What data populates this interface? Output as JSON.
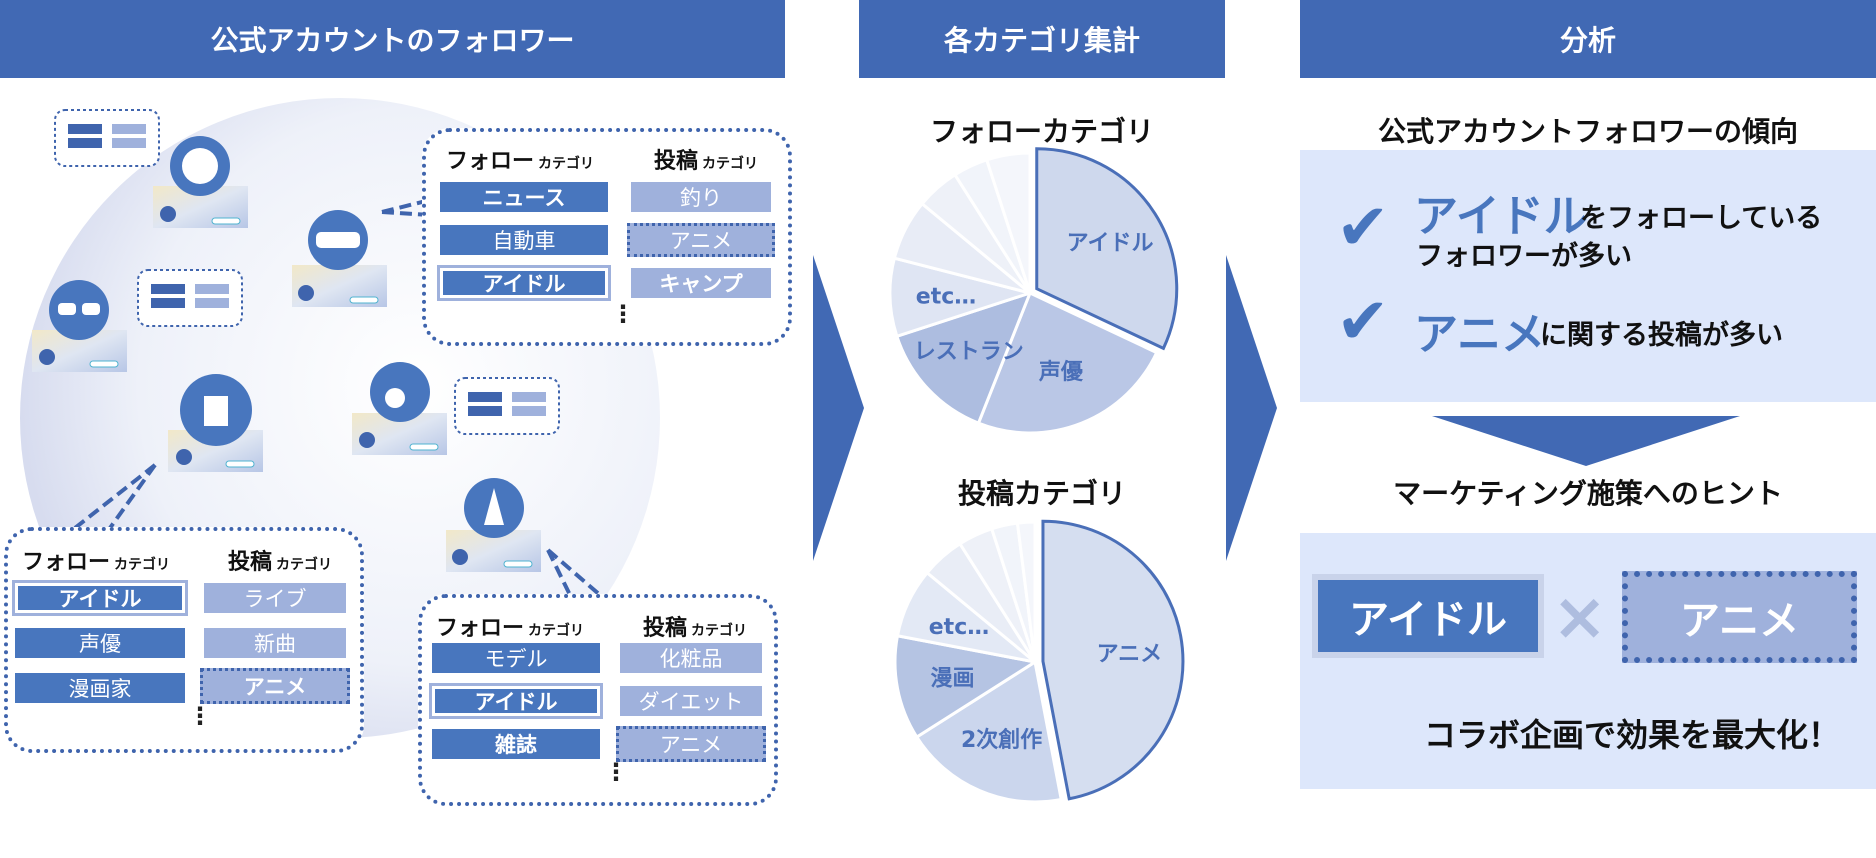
{
  "headers": {
    "followers": "公式アカウントのフォロワー",
    "categories": "各カテゴリ集計",
    "analysis": "分析"
  },
  "bubbles": {
    "follow_label": "フォロー",
    "post_label": "投稿",
    "cat_label": "カテゴリ",
    "ellipsis": "⋮",
    "b1": {
      "follow": [
        "ニュース",
        "自動車",
        "アイドル"
      ],
      "post": [
        "釣り",
        "アニメ",
        "キャンプ"
      ]
    },
    "b2": {
      "follow": [
        "アイドル",
        "声優",
        "漫画家"
      ],
      "post": [
        "ライブ",
        "新曲",
        "アニメ"
      ]
    },
    "b3": {
      "follow": [
        "モデル",
        "アイドル",
        "雑誌"
      ],
      "post": [
        "化粧品",
        "ダイエット",
        "アニメ"
      ]
    }
  },
  "charts": {
    "follow_title": "フォローカテゴリ",
    "post_title": "投稿カテゴリ"
  },
  "chart_data": [
    {
      "type": "pie",
      "title": "フォローカテゴリ",
      "categories": [
        "アイドル",
        "声優",
        "レストラン",
        "etc…",
        "",
        "",
        "",
        ""
      ],
      "values": [
        32,
        24,
        14,
        9,
        7,
        5,
        4,
        5
      ],
      "highlight": "アイドル"
    },
    {
      "type": "pie",
      "title": "投稿カテゴリ",
      "categories": [
        "アニメ",
        "2次創作",
        "漫画",
        "etc…",
        "",
        "",
        "",
        ""
      ],
      "values": [
        47,
        19,
        12,
        8,
        5,
        4,
        3,
        2
      ],
      "highlight": "アニメ"
    }
  ],
  "analysis": {
    "trend_title": "公式アカウントフォロワーの傾向",
    "point1_big": "アイドル",
    "point1_rest_a": "をフォローしている",
    "point1_rest_b": "フォロワーが多い",
    "point2_big": "アニメ",
    "point2_rest": "に関する投稿が多い",
    "check": "✔",
    "hint_title": "マーケティング施策へのヒント",
    "combo_left": "アイドル",
    "combo_times": "×",
    "combo_right": "アニメ",
    "conclusion": "コラボ企画で効果を最大化！"
  },
  "colors": {
    "primary": "#4169b4",
    "follow_tag": "#4876be",
    "post_tag": "#9fb1dc",
    "panel": "#dde7fb"
  }
}
